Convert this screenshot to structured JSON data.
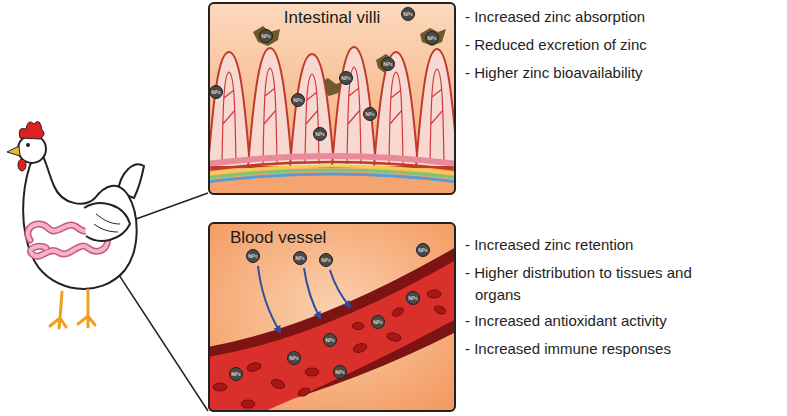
{
  "diagram": {
    "nodes": [
      {
        "text": [
          "Intestinal villi"
        ]
      },
      {
        "text": [
          "NPs"
        ],
        "in": 0
      },
      {
        "text": [
          "NPs"
        ],
        "in": 0
      },
      {
        "text": [
          "NPs"
        ],
        "in": 0
      },
      {
        "text": [
          "NPs"
        ],
        "in": 0
      },
      {
        "text": [
          "NPs"
        ],
        "in": 0
      },
      {
        "text": [
          "NPs"
        ],
        "in": 0
      },
      {
        "text": [
          "NPs"
        ],
        "in": 0
      },
      {
        "text": [
          "NPs"
        ],
        "in": 0
      },
      {
        "text": [
          "NPs"
        ],
        "in": 0
      },
      {
        "text": [
          "Blood vessel"
        ]
      },
      {
        "text": [
          "NPs"
        ],
        "in": 10
      },
      {
        "text": [
          "NPs"
        ],
        "in": 10
      },
      {
        "text": [
          "NPs"
        ],
        "in": 10
      },
      {
        "text": [
          "NPs"
        ],
        "in": 10
      },
      {
        "text": [
          "NPs"
        ],
        "in": 10
      },
      {
        "text": [
          "NPs"
        ],
        "in": 10
      },
      {
        "text": [
          "NPs"
        ],
        "in": 10
      },
      {
        "text": [
          "NPs"
        ],
        "in": 10
      },
      {
        "text": [
          "NPs"
        ],
        "in": 10
      },
      {
        "text": [
          "NPs"
        ],
        "in": 10
      }
    ],
    "labels": [
      "- Increased zinc absorption",
      "- Reduced excretion of zinc",
      "- Higher zinc bioavailability",
      "- Increased zinc retention",
      "- Higher distribution to tissues and organs",
      "- Increased antioxidant activity",
      "- Increased immune responses"
    ]
  }
}
